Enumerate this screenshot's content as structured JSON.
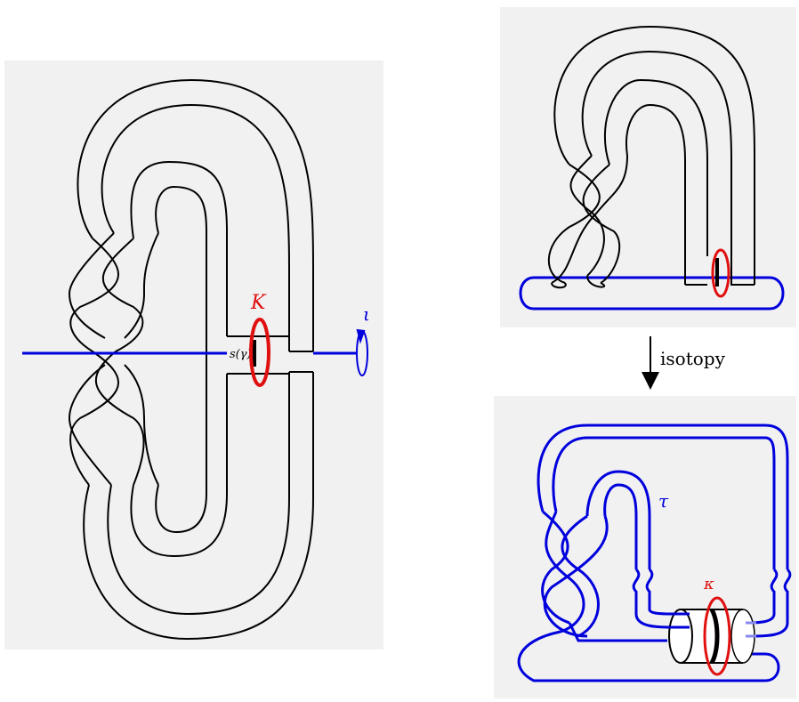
{
  "left_panel": {
    "knot_label": "K",
    "arc_label": "s(γ)",
    "involution_label": "ι"
  },
  "right_top_panel": {},
  "arrow": {
    "label": "isotopy"
  },
  "right_bottom_panel": {
    "tangle_label": "τ",
    "knot_label": "κ"
  },
  "colors": {
    "panel_bg": "#f1f1f1",
    "band_outline": "#000000",
    "axis_blue": "#0000dd",
    "knot_red": "#e01010"
  }
}
